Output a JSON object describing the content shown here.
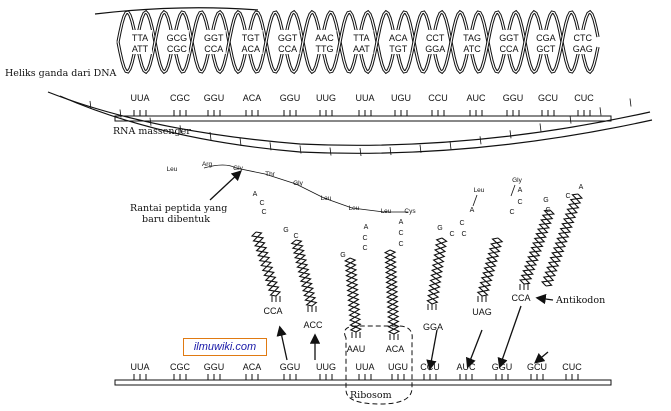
{
  "labels": {
    "dna_helix": "Heliks ganda dari DNA",
    "mrna": "RNA massenger",
    "peptide_line1": "Rantai peptida yang",
    "peptide_line2": "baru dibentuk",
    "anticodon": "Antikodon",
    "ribosome": "Ribosom",
    "watermark": "ilmuwiki.com"
  },
  "dna_pairs": [
    [
      "TTA",
      "ATT"
    ],
    [
      "GCG",
      "CGC"
    ],
    [
      "GGT",
      "CCA"
    ],
    [
      "TGT",
      "ACA"
    ],
    [
      "GGT",
      "CCA"
    ],
    [
      "AAC",
      "TTG"
    ],
    [
      "TTA",
      "AAT"
    ],
    [
      "ACA",
      "TGT"
    ],
    [
      "CCT",
      "GGA"
    ],
    [
      "TAG",
      "ATC"
    ],
    [
      "GGT",
      "CCA"
    ],
    [
      "CGA",
      "GCT"
    ],
    [
      "CTC",
      "GAG"
    ]
  ],
  "mrna_codons": [
    "UUA",
    "CGC",
    "GGU",
    "ACA",
    "GGU",
    "UUG",
    "UUA",
    "UGU",
    "CCU",
    "AUC",
    "GGU",
    "GCU",
    "CUC"
  ],
  "ribosome_codons": [
    "UUA",
    "CGC",
    "GGU",
    "ACA",
    "GGU",
    "UUG",
    "UUA",
    "UGU",
    "CCU",
    "AUC",
    "GGU",
    "GCU",
    "CUC"
  ],
  "peptide": [
    "Leu",
    "Arg",
    "Gly",
    "Thr",
    "Gly",
    "Leu",
    "Leu",
    "Leu",
    "Cys"
  ],
  "trna": [
    {
      "anticodon": "CCA",
      "tail": [
        "A",
        "C",
        "C"
      ]
    },
    {
      "anticodon": "ACC",
      "tail": [
        "G",
        "C"
      ]
    },
    {
      "anticodon": "AAU",
      "tail": [
        "G",
        "A",
        "C",
        "C"
      ]
    },
    {
      "anticodon": "ACA",
      "tail": [
        "A",
        "C",
        "C"
      ]
    },
    {
      "anticodon": "GGA",
      "tail": [
        "G",
        "C"
      ]
    },
    {
      "anticodon": "UAG",
      "tail": [
        "A",
        "C",
        "C"
      ],
      "aa": "Leu"
    },
    {
      "anticodon": "CCA",
      "tail": [
        "A",
        "C",
        "C"
      ],
      "aa": "Gly"
    },
    {
      "anticodon": "",
      "tail": [
        "G",
        "C",
        "C",
        "A"
      ]
    }
  ]
}
